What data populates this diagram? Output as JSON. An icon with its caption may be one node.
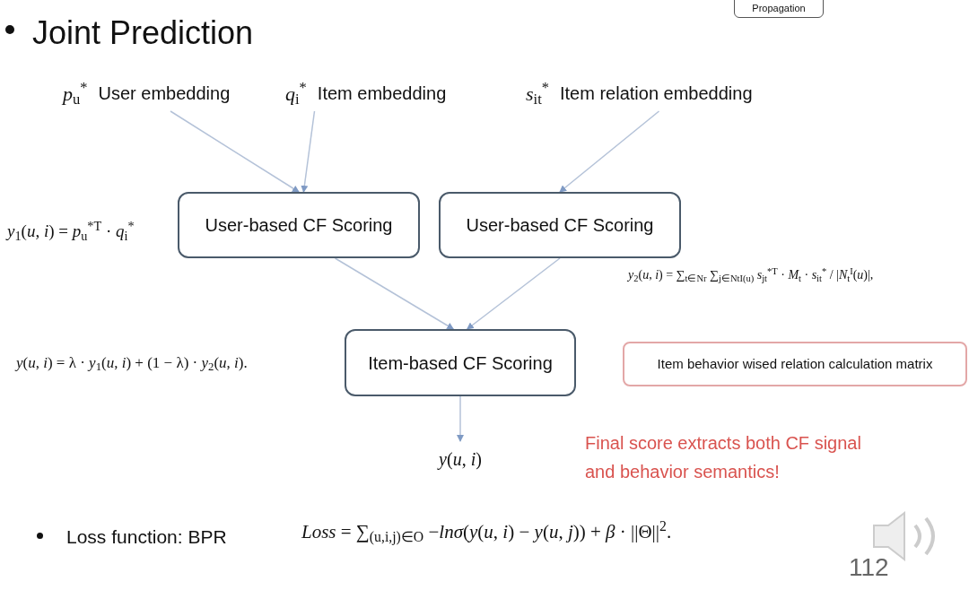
{
  "diagram": {
    "title": "Joint Prediction",
    "nodes": [
      {
        "text": [
          "*p*$_{u}$$^{*}$",
          "User embedding"
        ]
      },
      {
        "text": [
          "*q*$_{i}$$^{*}$",
          "Item embedding"
        ]
      },
      {
        "text": [
          "*s*$_{it}$$^{*}$",
          "Item relation embedding"
        ]
      },
      {
        "text": [
          "User-based CF Scoring"
        ]
      },
      {
        "text": [
          "User-based CF Scoring"
        ]
      },
      {
        "text": [
          "Item-based CF Scoring"
        ]
      },
      {
        "text": [
          "*y*(*u*, *i*)"
        ]
      },
      {
        "text": [
          "Item behavior wised relation calculation matrix"
        ]
      },
      {
        "text": [
          "Propagation"
        ]
      }
    ],
    "edges": [
      {
        "from": 0,
        "to": 3,
        "arrow": "to"
      },
      {
        "from": 1,
        "to": 3,
        "arrow": "to"
      },
      {
        "from": 2,
        "to": 4,
        "arrow": "to"
      },
      {
        "from": 3,
        "to": 5,
        "arrow": "to"
      },
      {
        "from": 4,
        "to": 5,
        "arrow": "to"
      },
      {
        "from": 5,
        "to": 6,
        "arrow": "to"
      }
    ],
    "labels": [
      "*y*$_{1}$(*u*, *i*) = *p*$_{u}$$^{*T}$ · *q*$_{i}$$^{*}$",
      "*y*$_{2}$(*u*, *i*) = ∑$_{t∈Nr}$ ∑$_{j∈NtI(u)}$ *s*$_{jt}$$^{*T}$ · *M*$_{t}$ · *s*$_{it}$$^{*}$ / |*N*$_{t}$$^{I}$(*u*)|,",
      "*y*(*u*, *i*) = λ · *y*$_{1}$(*u*, *i*) + (1 − λ) · *y*$_{2}$(*u*, *i*).",
      "Final score extracts both CF signal and behavior semantics!",
      "Loss function: BPR",
      "*Loss* = ∑$_{(u,i,j)∈O}$ −*lnσ*(*y*(*u*, *i*) − *y*(*u*, *j*)) + *β* · ||Θ||$^{2}$.",
      "112"
    ]
  }
}
